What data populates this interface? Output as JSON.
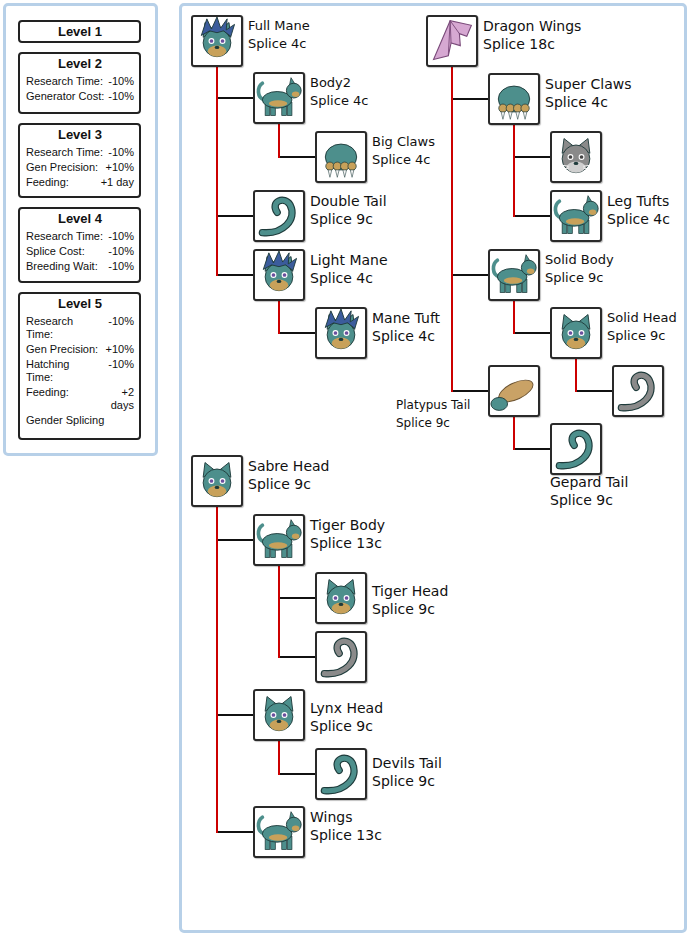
{
  "diagram": {
    "nodes": [
      {
        "text": [
          "Level 1"
        ]
      },
      {
        "text": [
          "Level 2",
          "Research Time:",
          "-10%",
          "Generator Cost:",
          "-10%"
        ]
      },
      {
        "text": [
          "Level 3",
          "Research Time:",
          "-10%",
          "Gen Precision:",
          "+10%",
          "Feeding:",
          "+1 day"
        ]
      },
      {
        "text": [
          "Level 4",
          "Research Time:",
          "-10%",
          "Splice Cost:",
          "-10%",
          "Breeding Wait:",
          "-10%"
        ]
      },
      {
        "text": [
          "Level 5",
          "Research Time:",
          "-10%",
          "Gen Precision:",
          "+10%",
          "Hatching Time:",
          "-10%",
          "Feeding:",
          "+2 days",
          "Gender Splicing"
        ]
      },
      {
        "text": [
          "Full Mane",
          "Splice 4c"
        ]
      },
      {
        "text": [
          "Body2",
          "Splice 4c"
        ]
      },
      {
        "text": [
          "Big Claws",
          "Splice 4c"
        ]
      },
      {
        "text": [
          "Double Tail",
          "Splice 9c"
        ]
      },
      {
        "text": [
          "Light Mane",
          "Splice 4c"
        ]
      },
      {
        "text": [
          "Mane Tuft",
          "Splice 4c"
        ]
      },
      {
        "text": [
          "Dragon Wings",
          "Splice 18c"
        ]
      },
      {
        "text": [
          "Super Claws",
          "Splice 4c"
        ]
      },
      {
        "text": []
      },
      {
        "text": [
          "Leg Tufts",
          "Splice 4c"
        ]
      },
      {
        "text": [
          "Solid Body",
          "Splice 9c"
        ]
      },
      {
        "text": [
          "Solid Head",
          "Splice 9c"
        ]
      },
      {
        "text": []
      },
      {
        "text": [
          "Platypus Tail",
          "Splice 9c"
        ]
      },
      {
        "text": [
          "Gepard Tail",
          "Splice 9c"
        ]
      },
      {
        "text": [
          "Sabre Head",
          "Splice 9c"
        ]
      },
      {
        "text": [
          "Tiger Body",
          "Splice 13c"
        ]
      },
      {
        "text": [
          "Tiger Head",
          "Splice 9c"
        ]
      },
      {
        "text": []
      },
      {
        "text": [
          "Lynx Head",
          "Splice 9c"
        ]
      },
      {
        "text": [
          "Devils Tail",
          "Splice 9c"
        ]
      },
      {
        "text": [
          "Wings",
          "Splice 13c"
        ]
      }
    ],
    "edges": [
      {
        "from": 5,
        "to": 6,
        "arrow": "none"
      },
      {
        "from": 6,
        "to": 7,
        "arrow": "none"
      },
      {
        "from": 5,
        "to": 8,
        "arrow": "none"
      },
      {
        "from": 5,
        "to": 9,
        "arrow": "none"
      },
      {
        "from": 9,
        "to": 10,
        "arrow": "none"
      },
      {
        "from": 11,
        "to": 12,
        "arrow": "none"
      },
      {
        "from": 12,
        "to": 13,
        "arrow": "none"
      },
      {
        "from": 12,
        "to": 14,
        "arrow": "none"
      },
      {
        "from": 11,
        "to": 15,
        "arrow": "none"
      },
      {
        "from": 15,
        "to": 16,
        "arrow": "none"
      },
      {
        "from": 16,
        "to": 17,
        "arrow": "none"
      },
      {
        "from": 11,
        "to": 18,
        "arrow": "none"
      },
      {
        "from": 18,
        "to": 19,
        "arrow": "none"
      },
      {
        "from": 20,
        "to": 21,
        "arrow": "none"
      },
      {
        "from": 21,
        "to": 22,
        "arrow": "none"
      },
      {
        "from": 21,
        "to": 23,
        "arrow": "none"
      },
      {
        "from": 20,
        "to": 24,
        "arrow": "none"
      },
      {
        "from": 24,
        "to": 25,
        "arrow": "none"
      },
      {
        "from": 20,
        "to": 26,
        "arrow": "none"
      }
    ]
  }
}
